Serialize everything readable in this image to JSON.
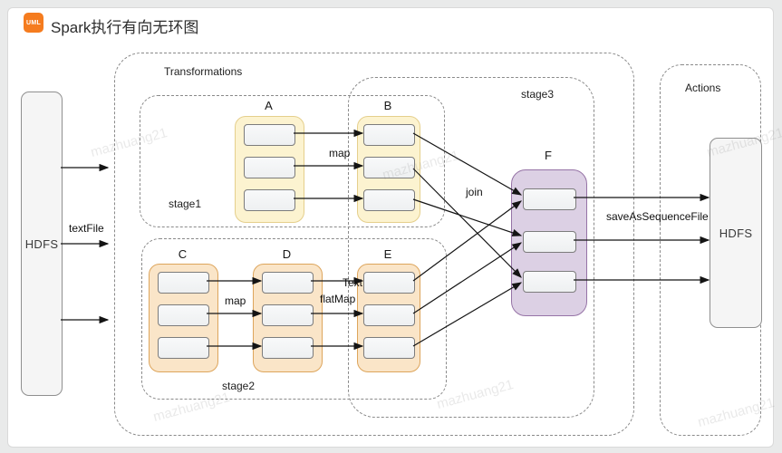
{
  "header": {
    "badge": "UML",
    "title": "Spark执行有向无环图"
  },
  "containers": {
    "transformations": {
      "label": "Transformations"
    },
    "actions": {
      "label": "Actions"
    },
    "stage1": {
      "label": "stage1"
    },
    "stage2": {
      "label": "stage2"
    },
    "stage3": {
      "label": "stage3"
    }
  },
  "nodes": {
    "hdfs_left": {
      "label": "HDFS"
    },
    "hdfs_right": {
      "label": "HDFS"
    },
    "a": {
      "label": "A",
      "partitions": 3
    },
    "b": {
      "label": "B",
      "partitions": 3
    },
    "c": {
      "label": "C",
      "partitions": 3
    },
    "d": {
      "label": "D",
      "partitions": 3
    },
    "e": {
      "label": "E",
      "partitions": 3
    },
    "f": {
      "label": "F",
      "partitions": 3
    }
  },
  "edges": [
    {
      "from": "hdfs_left",
      "to": "transformations",
      "label": "textFile"
    },
    {
      "from": "A",
      "to": "B",
      "label": "map"
    },
    {
      "from": "C",
      "to": "D",
      "label": "map"
    },
    {
      "from": "D",
      "to": "E",
      "label": "flatMap"
    },
    {
      "from": "D",
      "to": "E",
      "label": "Text"
    },
    {
      "from": "B,E",
      "to": "F",
      "label": "join"
    },
    {
      "from": "F",
      "to": "hdfs_right",
      "label": "saveAsSequenceFile"
    }
  ],
  "watermark": {
    "text": "mazhuang21"
  },
  "colors": {
    "badge_orange": "#f57c1f",
    "rdd_yellow_fill": "#fcf3d0",
    "rdd_yellow_border": "#e5cf8c",
    "rdd_orange_fill": "#fae5c8",
    "rdd_orange_border": "#dda55c",
    "rdd_purple_fill": "#dcd0e4",
    "rdd_purple_border": "#9673a6",
    "partition_fill": "#f5f5f5"
  }
}
